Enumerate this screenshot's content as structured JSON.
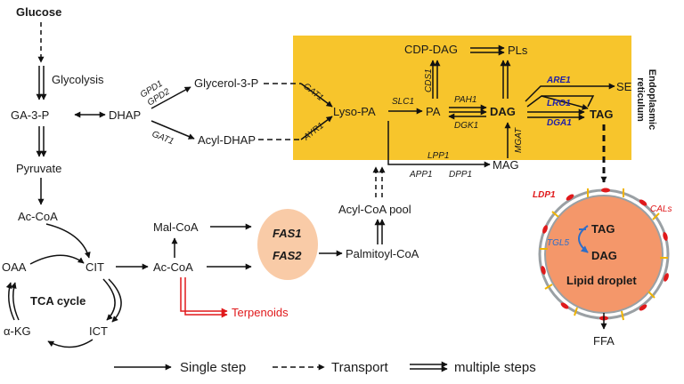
{
  "metabolites": {
    "glucose": "Glucose",
    "ga3p": "GA-3-P",
    "dhap": "DHAP",
    "pyruvate": "Pyruvate",
    "accoa_top": "Ac-CoA",
    "glycerol3p": "Glycerol-3-P",
    "acyl_dhap": "Acyl-DHAP",
    "lyso_pa": "Lyso-PA",
    "pa": "PA",
    "cdp_dag": "CDP-DAG",
    "pls": "PLs",
    "dag": "DAG",
    "tag": "TAG",
    "se": "SE",
    "mag": "MAG",
    "acyl_coa_pool": "Acyl-CoA pool",
    "mal_coa": "Mal-CoA",
    "ac_coa": "Ac-CoA",
    "palmitoyl_coa": "Palmitoyl-CoA",
    "oaa": "OAA",
    "cit": "CIT",
    "ict": "ICT",
    "akg": "α-KG",
    "ffa": "FFA",
    "terpenoids": "Terpenoids"
  },
  "processes": {
    "glycolysis": "Glycolysis",
    "tca_cycle": "TCA cycle"
  },
  "enzymes": {
    "gpd1": "GPD1",
    "gpd2": "GPD2",
    "gat1_a": "GAT1",
    "gat1_b": "GAT1",
    "ayr1": "AYR1",
    "slc1": "SLC1",
    "cds1": "CDS1",
    "pah1": "PAH1",
    "dgk1": "DGK1",
    "are1": "ARE1",
    "lro1": "LRO1",
    "dga1": "DGA1",
    "mgat": "MGAT",
    "lpp1": "LPP1",
    "app1": "APP1",
    "dpp1": "DPP1",
    "fas1": "FAS1",
    "fas2": "FAS2",
    "ldp1": "LDP1",
    "tgl5": "TGL5",
    "cals": "CALs"
  },
  "er": {
    "label_line1": "Endoplasmic",
    "label_line2": "reticulum",
    "color": "#f7c52c"
  },
  "droplet": {
    "tag": "TAG",
    "dag": "DAG",
    "label": "Lipid droplet",
    "color": "#f4976a"
  },
  "fas_ellipse_color": "#f9cba7",
  "colors": {
    "blue_enzyme": "#1f1fa8",
    "red": "#e0191b",
    "tgl5_blue": "#2f6ec8"
  },
  "legend": {
    "single_step": "Single step",
    "transport": "Transport",
    "multiple_steps": "multiple steps"
  }
}
